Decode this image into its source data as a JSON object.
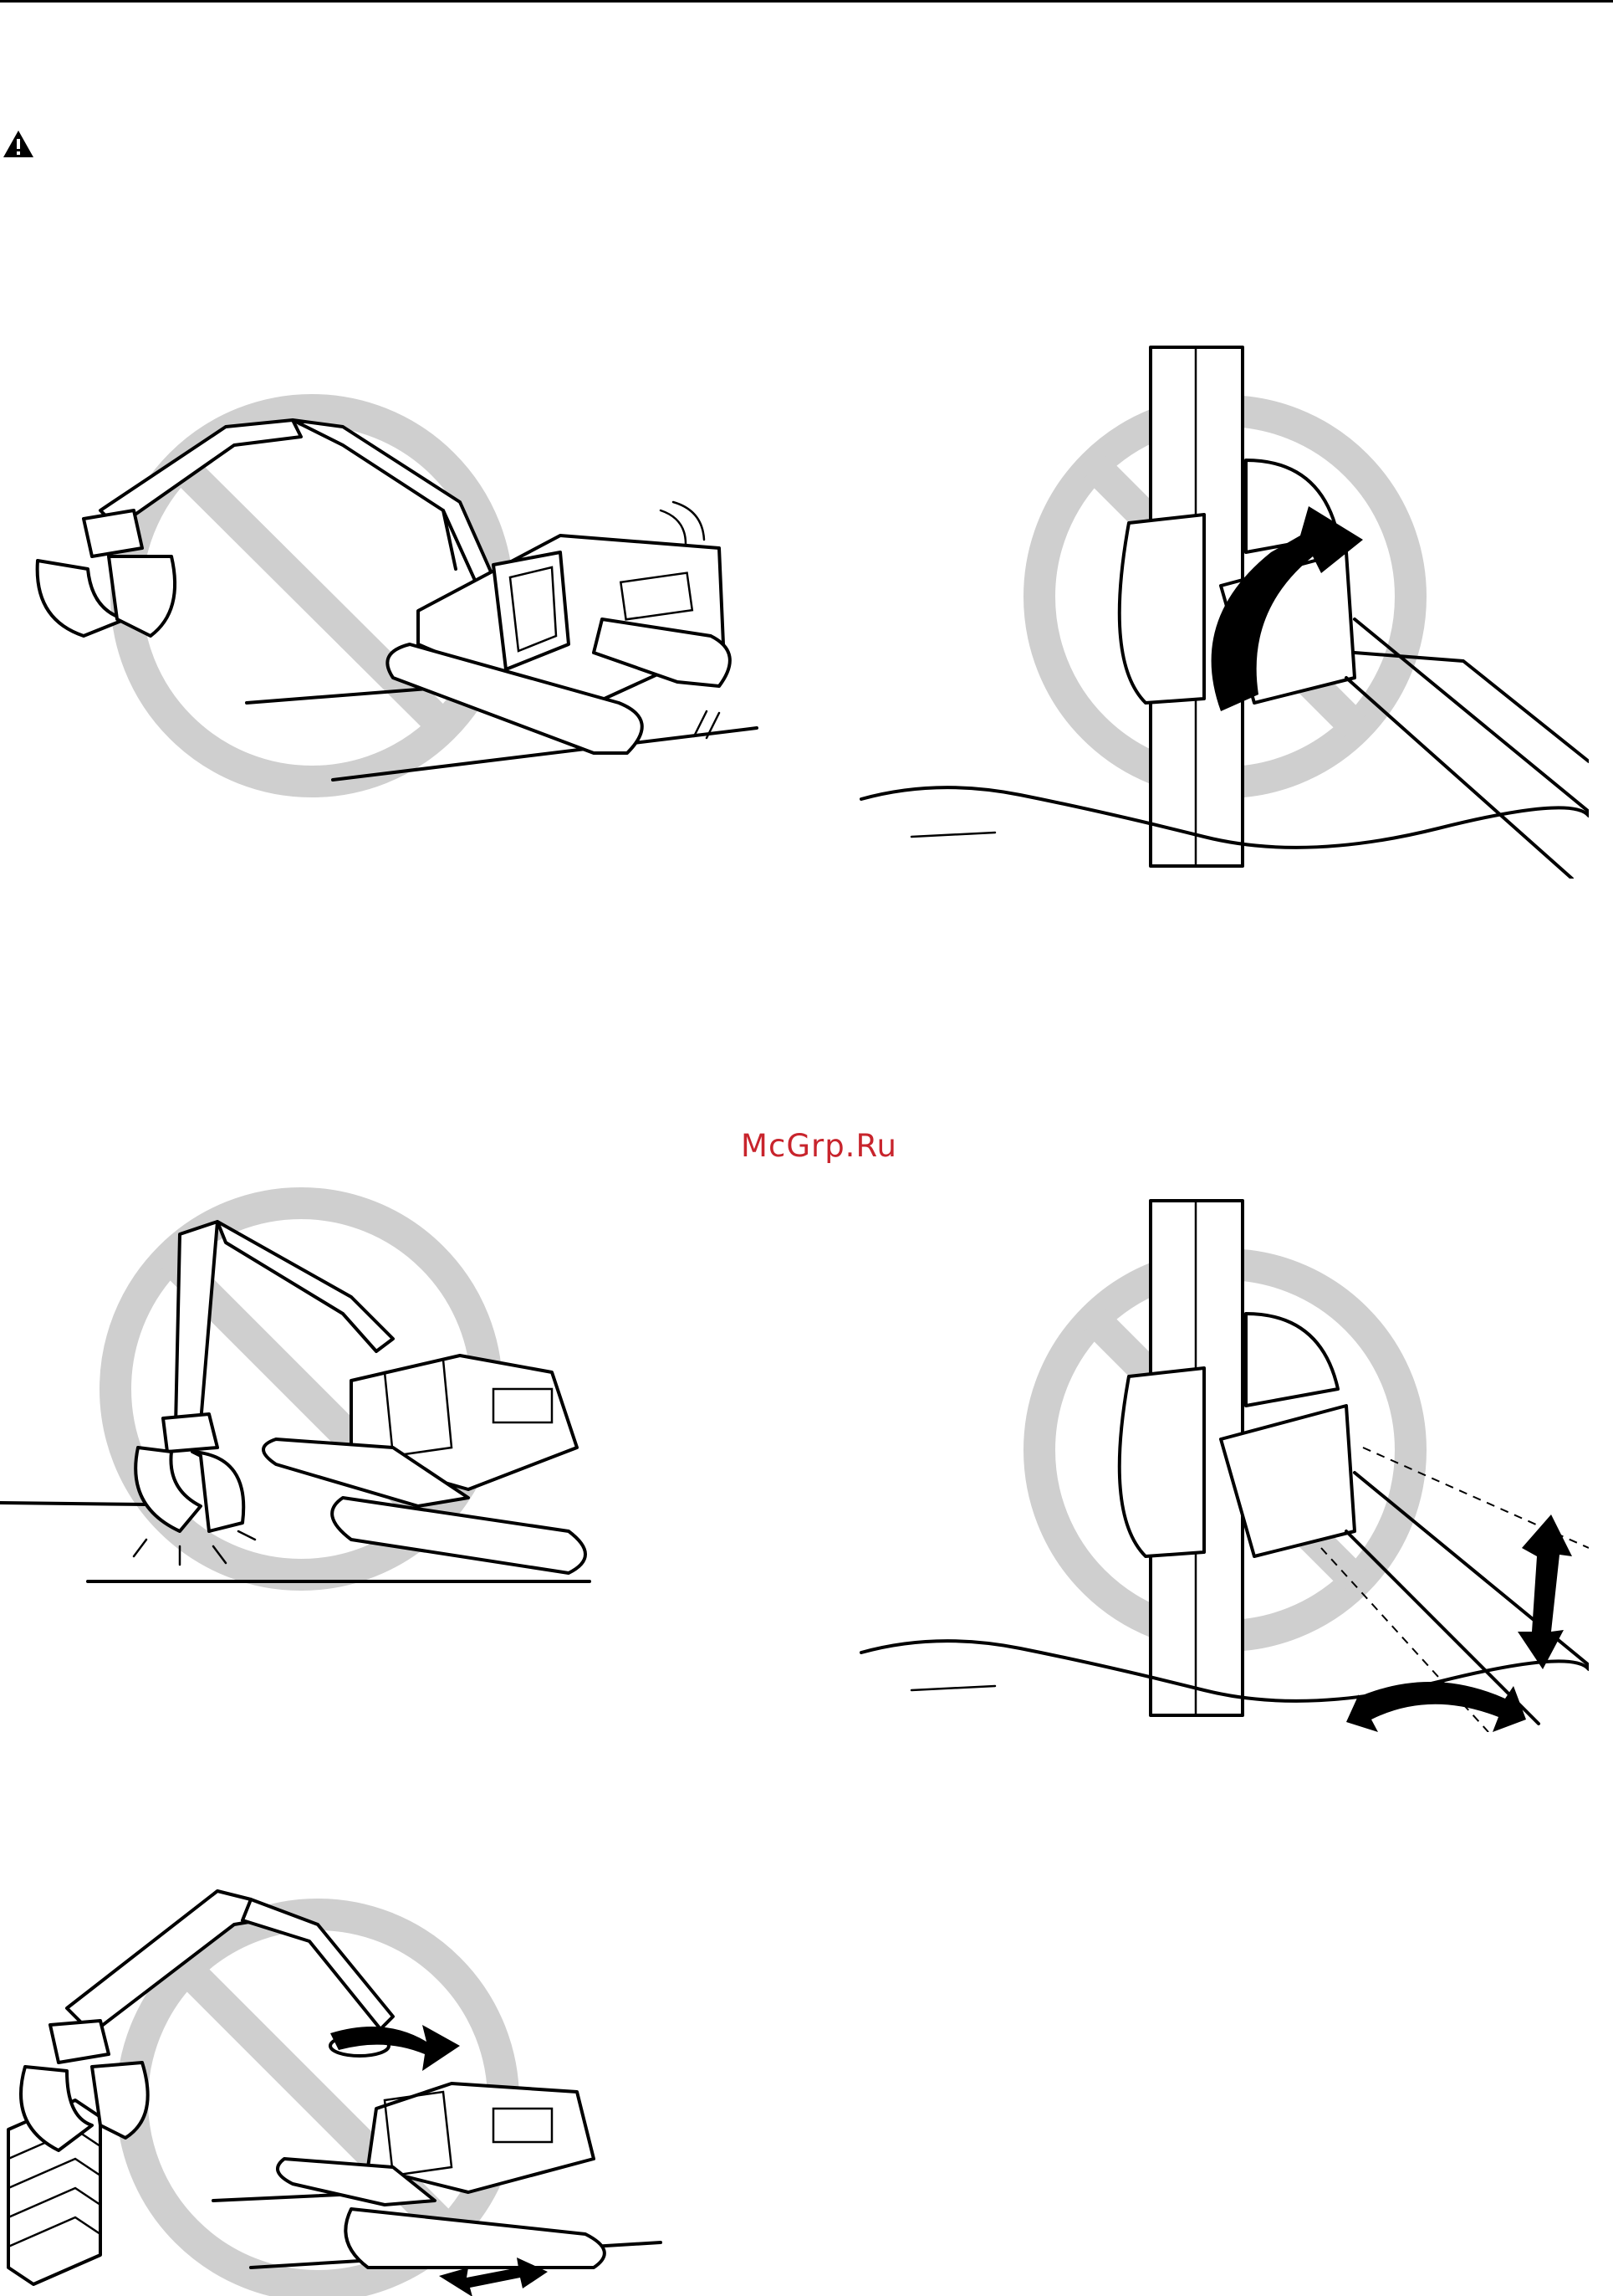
{
  "header": {
    "rule": true
  },
  "icons": {
    "warning": "warning-triangle-icon"
  },
  "watermark": {
    "text": "McGrp.Ru"
  },
  "colors": {
    "prohibition": "#cfcfcf",
    "watermark": "#c8242c",
    "line": "#000000"
  },
  "figures": [
    {
      "id": "excavator-slope",
      "icon": "prohibition-icon"
    },
    {
      "id": "grapple-pole-twist",
      "icon": "prohibition-icon"
    },
    {
      "id": "excavator-ground-impact",
      "icon": "prohibition-icon"
    },
    {
      "id": "grapple-pole-shake",
      "icon": "prohibition-icon"
    },
    {
      "id": "excavator-swing-wall",
      "icon": "prohibition-icon"
    }
  ]
}
